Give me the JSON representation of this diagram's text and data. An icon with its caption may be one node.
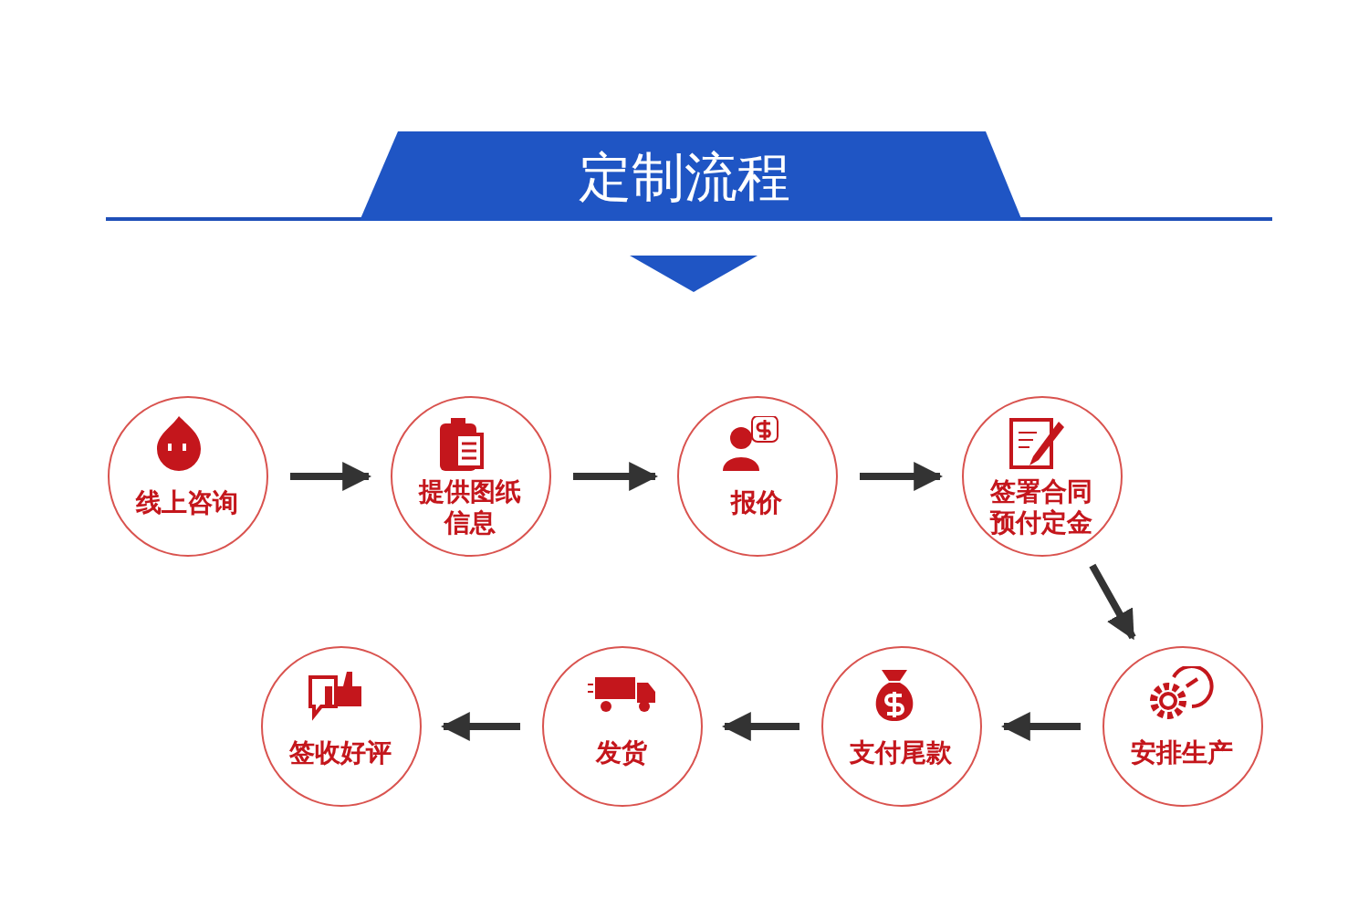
{
  "diagram": {
    "title": "定制流程",
    "nodes": [
      {
        "text": [
          "线上咨询"
        ]
      },
      {
        "text": [
          "提供图纸信息"
        ]
      },
      {
        "text": [
          "报价"
        ]
      },
      {
        "text": [
          "签署合同预付定金"
        ]
      },
      {
        "text": [
          "安排生产"
        ]
      },
      {
        "text": [
          "支付尾款"
        ]
      },
      {
        "text": [
          "发货"
        ]
      },
      {
        "text": [
          "签收好评"
        ]
      }
    ],
    "edges": [
      {
        "from": 0,
        "to": 1,
        "arrow": "to"
      },
      {
        "from": 1,
        "to": 2,
        "arrow": "to"
      },
      {
        "from": 2,
        "to": 3,
        "arrow": "to"
      },
      {
        "from": 3,
        "to": 4,
        "arrow": "to"
      },
      {
        "from": 4,
        "to": 5,
        "arrow": "to"
      },
      {
        "from": 5,
        "to": 6,
        "arrow": "to"
      },
      {
        "from": 6,
        "to": 7,
        "arrow": "to"
      }
    ]
  }
}
